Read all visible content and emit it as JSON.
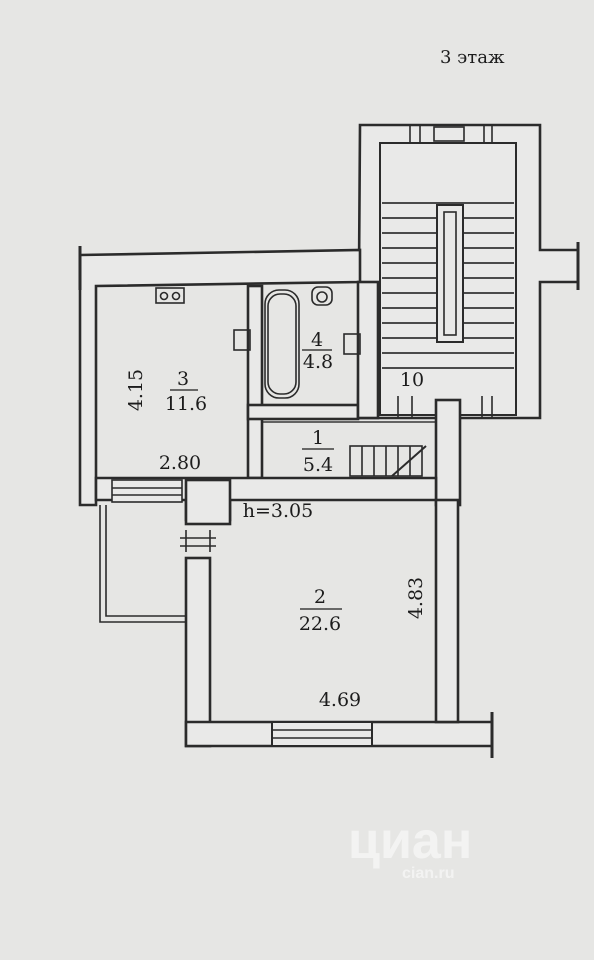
{
  "floor_label": "3 этаж",
  "rooms": [
    {
      "number": "1",
      "area": "5.4"
    },
    {
      "number": "2",
      "area": "22.6"
    },
    {
      "number": "3",
      "area": "11.6"
    },
    {
      "number": "4",
      "area": "4.8"
    }
  ],
  "stair_label": "10",
  "height_label": "h=3.05",
  "dimensions": {
    "room3_width": "2.80",
    "room3_length": "4.15",
    "room2_width": "4.69",
    "room2_length": "4.83"
  },
  "watermark": {
    "text": "циан",
    "subtext": "cian.ru"
  },
  "colors": {
    "paper": "#e6e6e4",
    "lines": "#2b2b2b"
  }
}
